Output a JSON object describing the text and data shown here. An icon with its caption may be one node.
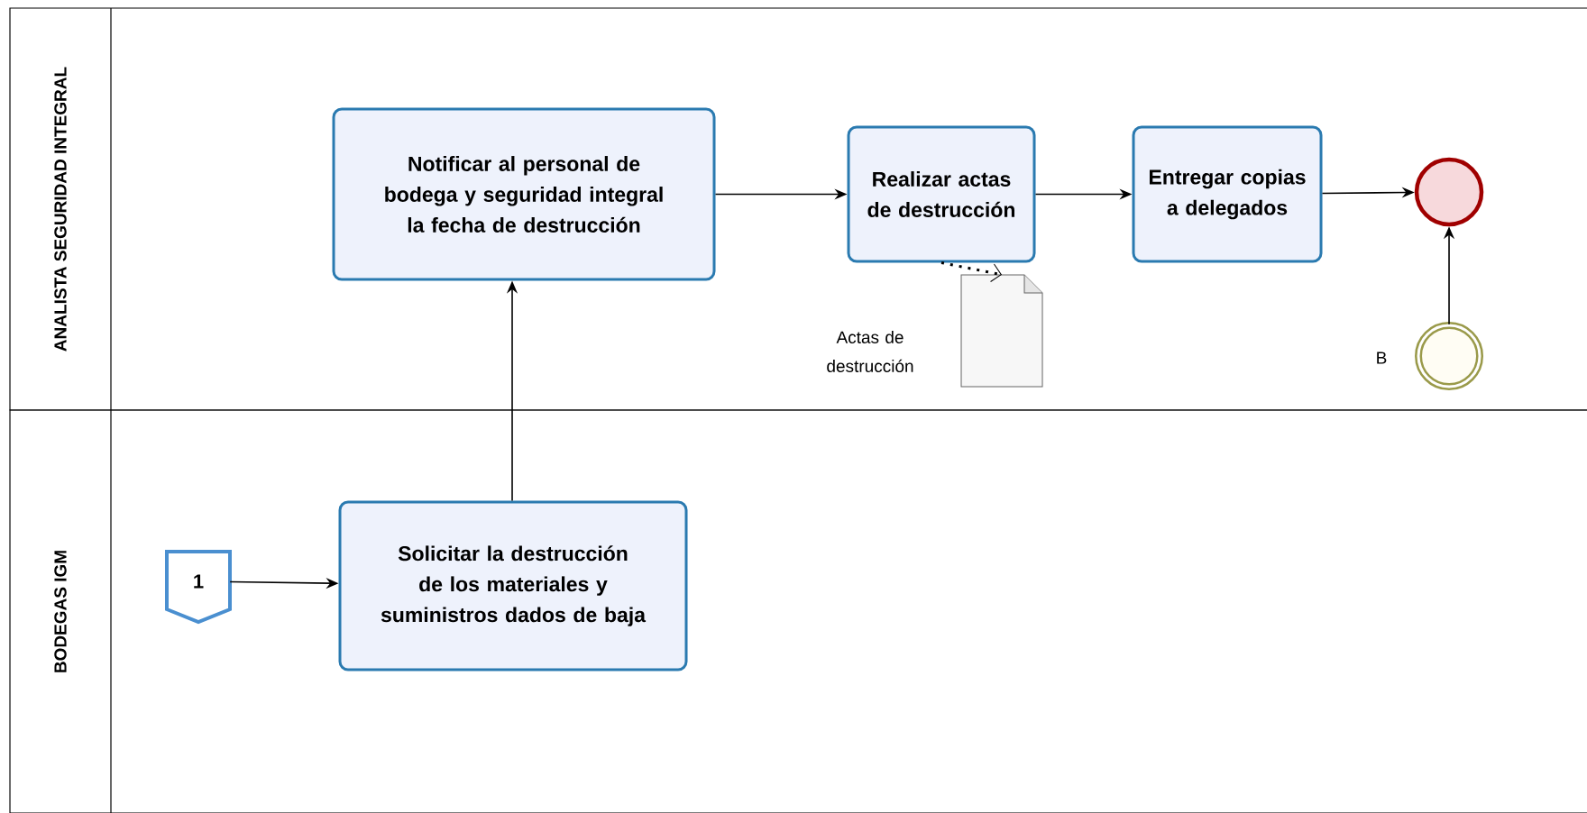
{
  "diagram": {
    "nodes": [
      {
        "text": [
          "ANALISTA SEGURIDAD INTEGRAL"
        ]
      },
      {
        "text": [
          "BODEGAS IGM"
        ]
      },
      {
        "text": [
          "Notificar al personal de bodega  y seguridad integral la fecha de destrucción"
        ],
        "in": 0
      },
      {
        "text": [
          "Realizar actas de destrucción"
        ],
        "in": 0
      },
      {
        "text": [
          "Entregar copias a delegados"
        ],
        "in": 0
      },
      {
        "text": [],
        "shape": "circle",
        "in": 0
      },
      {
        "text": [],
        "shape": "document",
        "beside": [
          "Actas de destrucción"
        ],
        "in": 0
      },
      {
        "text": [],
        "shape": "circle",
        "beside": [
          "B"
        ],
        "in": 0
      },
      {
        "text": [
          "1"
        ],
        "in": 1
      },
      {
        "text": [
          "Solicitar la destrucción de los materiales y suministros dados de baja"
        ],
        "in": 1
      }
    ],
    "edges": [
      {
        "from": 8,
        "to": 9,
        "arrow": "to"
      },
      {
        "from": 9,
        "to": 2,
        "arrow": "to"
      },
      {
        "from": 2,
        "to": 3,
        "arrow": "to"
      },
      {
        "from": 3,
        "to": 4,
        "arrow": "to"
      },
      {
        "from": 4,
        "to": 5,
        "arrow": "to"
      },
      {
        "from": 3,
        "to": 6,
        "arrow": "to",
        "style": "dashed"
      },
      {
        "from": 7,
        "to": 5,
        "arrow": "to"
      }
    ]
  }
}
